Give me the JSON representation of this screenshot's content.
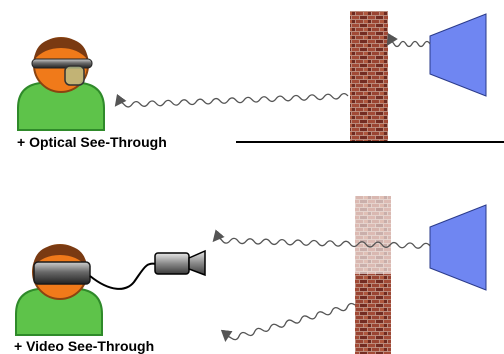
{
  "panels": [
    {
      "caption": "+ Optical See-Through",
      "method": "optical"
    },
    {
      "caption": "+ Video See-Through",
      "method": "video"
    }
  ],
  "icons": {
    "user": "person-icon",
    "display": "projector-icon",
    "wall": "brick-wall-icon",
    "camera": "camera-icon",
    "headset": "hmd-icon"
  },
  "colors": {
    "skin": "#f07a1a",
    "hair": "#7a3a12",
    "shirt": "#5ec34a",
    "shirt_dark": "#2f8a2a",
    "brick": "#8a3a28",
    "display": "#6f86f2",
    "headset": "#555555",
    "ray": "#555555"
  }
}
